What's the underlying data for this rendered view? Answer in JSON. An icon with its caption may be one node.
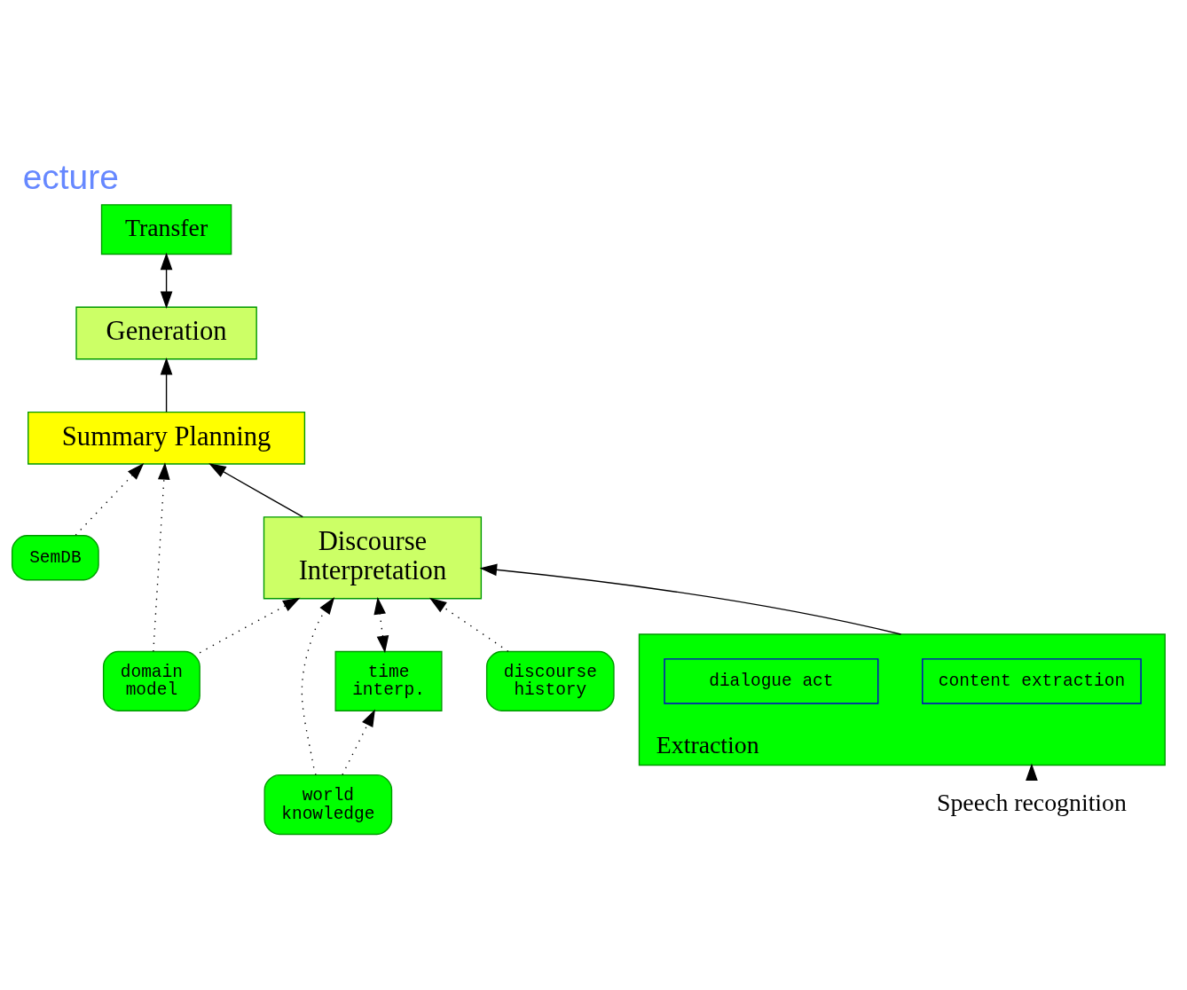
{
  "diagram": {
    "title": "ecture",
    "nodes": [
      {
        "text": [
          "Generation"
        ]
      },
      {
        "text": [
          "Transfer"
        ]
      },
      {
        "text": [
          "SemDB"
        ]
      },
      {
        "text": [
          "Summary Planning"
        ]
      },
      {
        "text": [
          "domain model"
        ]
      },
      {
        "text": [
          "world knowledge"
        ]
      },
      {
        "text": [
          "Discourse Interpretation"
        ]
      },
      {
        "text": [
          "discourse history"
        ]
      },
      {
        "text": [
          "time interp."
        ]
      },
      {
        "text": [
          "Extraction"
        ]
      },
      {
        "text": [
          "content extraction"
        ],
        "in": 9
      },
      {
        "text": [
          "dialogue act"
        ],
        "in": 9
      },
      {
        "text": [
          "Speech recognition"
        ]
      }
    ],
    "edges": [
      {
        "from": 0,
        "to": 1,
        "arrow": "both"
      },
      {
        "from": 3,
        "to": 0,
        "arrow": "to"
      },
      {
        "from": 2,
        "to": 3,
        "arrow": "to",
        "style": "dashed"
      },
      {
        "from": 4,
        "to": 3,
        "arrow": "to",
        "style": "dashed"
      },
      {
        "from": 4,
        "to": 6,
        "arrow": "to",
        "style": "dashed"
      },
      {
        "from": 5,
        "to": 6,
        "arrow": "to",
        "style": "dashed"
      },
      {
        "from": 5,
        "to": 8,
        "arrow": "to",
        "style": "dashed"
      },
      {
        "from": 8,
        "to": 6,
        "arrow": "both",
        "style": "dashed"
      },
      {
        "from": 7,
        "to": 6,
        "arrow": "to",
        "style": "dashed"
      },
      {
        "from": 6,
        "to": 3,
        "arrow": "to"
      },
      {
        "from": 9,
        "to": 6,
        "arrow": "to"
      },
      {
        "from": 12,
        "to": 9,
        "arrow": "to"
      }
    ]
  }
}
